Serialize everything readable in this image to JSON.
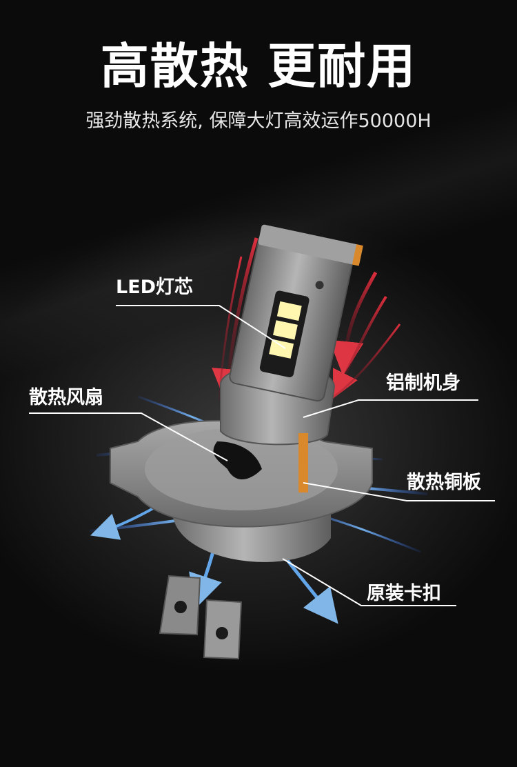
{
  "headline": "高散热 更耐用",
  "subheadline": "强劲散热系统, 保障大灯高效运作50000H",
  "labels": {
    "led_chip": "LED灯芯",
    "cooling_fan": "散热风扇",
    "aluminum_body": "铝制机身",
    "copper_plate": "散热铜板",
    "original_clip": "原装卡扣"
  },
  "colors": {
    "background": "#0a0a0a",
    "text": "#ffffff",
    "body_metal": "#8e8e8e",
    "hot_air": "#e0283a",
    "cool_air": "#5aa8ff",
    "led": "#fff7b0",
    "copper": "#d9892b"
  }
}
